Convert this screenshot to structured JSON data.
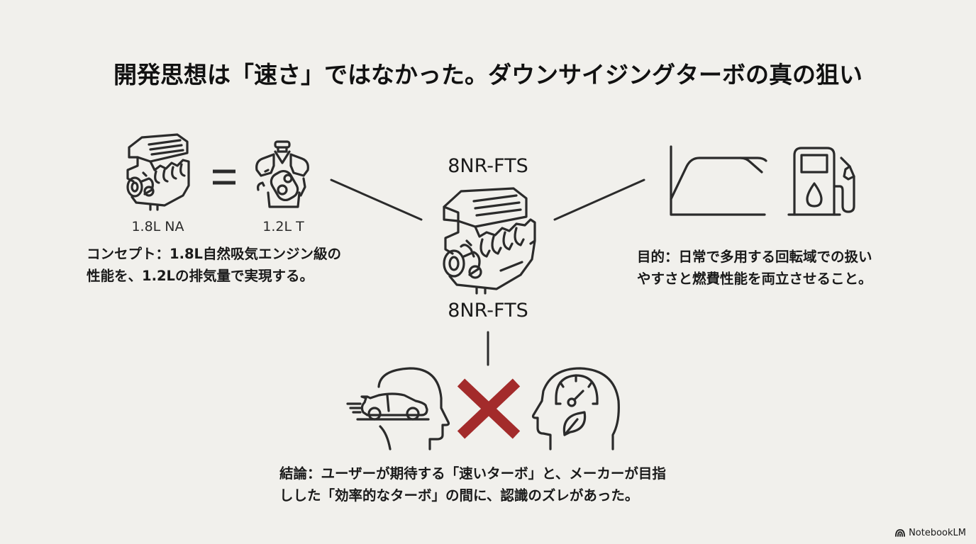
{
  "title": "開発思想は「速さ」ではなかった。ダウンサイジングターボの真の狙い",
  "left_panel": {
    "engine_na": {
      "icon": "engine-inline-icon",
      "label": "1.8L NA"
    },
    "equals_icon": "equals-icon",
    "engine_turbo": {
      "icon": "engine-v-icon",
      "label": "1.2L T"
    },
    "description": [
      "コンセプト：1.8L自然吸気エンジン級の",
      "性能を、1.2Lの排気量で実現する。"
    ]
  },
  "center": {
    "model_top": "8NR-FTS",
    "icon": "engine-icon",
    "model_bottom": "8NR-FTS"
  },
  "right_panel": {
    "torque_curve_icon": "torque-curve-icon",
    "fuel_pump_icon": "fuel-pump-icon",
    "description": [
      "目的：日常で多用する回転域での扱い",
      "やすさと燃費性能を両立させること。"
    ]
  },
  "bottom": {
    "user_head_icon": "head-with-fast-car-icon",
    "mismatch_icon": "red-x-icon",
    "maker_head_icon": "head-with-gauge-leaf-icon",
    "conclusion": [
      "結論：ユーザーが期待する「速いターボ」と、メーカーが目指",
      "しした「効率的なターボ」の間に、認識のズレがあった。"
    ]
  },
  "colors": {
    "background": "#F1F0EC",
    "ink": "#2B2B2B",
    "accent_red": "#A32B2B"
  },
  "brand": {
    "icon": "notebooklm-logo-icon",
    "label": "NotebookLM"
  }
}
